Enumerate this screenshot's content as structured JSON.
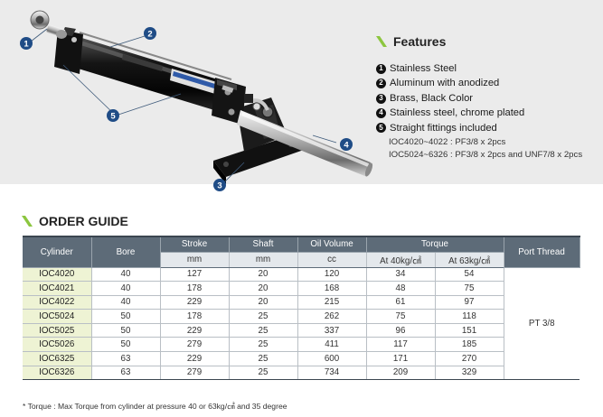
{
  "features": {
    "title": "Features",
    "items": [
      {
        "num": "1",
        "text": "Stainless Steel"
      },
      {
        "num": "2",
        "text": "Aluminum with anodized"
      },
      {
        "num": "3",
        "text": "Brass, Black Color"
      },
      {
        "num": "4",
        "text": "Stainless steel, chrome plated"
      },
      {
        "num": "5",
        "text": "Straight fittings included"
      }
    ],
    "sub_items": [
      "IOC4020~4022 : PF3/8 x 2pcs",
      "IOC5024~6326 : PF3/8 x 2pcs and UNF7/8 x 2pcs"
    ]
  },
  "callouts": [
    "1",
    "2",
    "3",
    "4",
    "5"
  ],
  "order_guide": {
    "title": "ORDER GUIDE",
    "headers": {
      "cylinder": "Cylinder",
      "bore": "Bore",
      "stroke": "Stroke",
      "shaft": "Shaft",
      "oil_volume": "Oil Volume",
      "torque": "Torque",
      "port_thread": "Port Thread"
    },
    "units": {
      "stroke": "mm",
      "shaft": "mm",
      "oil_volume": "cc",
      "torque_40": "At 40kg/㎠",
      "torque_63": "At 63kg/㎠"
    },
    "rows": [
      {
        "model": "IOC4020",
        "bore": "40",
        "stroke": "127",
        "shaft": "20",
        "oil": "120",
        "t40": "34",
        "t63": "54"
      },
      {
        "model": "IOC4021",
        "bore": "40",
        "stroke": "178",
        "shaft": "20",
        "oil": "168",
        "t40": "48",
        "t63": "75"
      },
      {
        "model": "IOC4022",
        "bore": "40",
        "stroke": "229",
        "shaft": "20",
        "oil": "215",
        "t40": "61",
        "t63": "97"
      },
      {
        "model": "IOC5024",
        "bore": "50",
        "stroke": "178",
        "shaft": "25",
        "oil": "262",
        "t40": "75",
        "t63": "118"
      },
      {
        "model": "IOC5025",
        "bore": "50",
        "stroke": "229",
        "shaft": "25",
        "oil": "337",
        "t40": "96",
        "t63": "151"
      },
      {
        "model": "IOC5026",
        "bore": "50",
        "stroke": "279",
        "shaft": "25",
        "oil": "411",
        "t40": "117",
        "t63": "185"
      },
      {
        "model": "IOC6325",
        "bore": "63",
        "stroke": "229",
        "shaft": "25",
        "oil": "600",
        "t40": "171",
        "t63": "270"
      },
      {
        "model": "IOC6326",
        "bore": "63",
        "stroke": "279",
        "shaft": "25",
        "oil": "734",
        "t40": "209",
        "t63": "329"
      }
    ],
    "port_thread_value": "PT 3/8",
    "footnote": "* Torque : Max Torque from cylinder at pressure 40 or 63kg/㎠ and 35 degree"
  },
  "colors": {
    "accent_green": "#8cc63f",
    "header_bg": "#5d6b78",
    "model_cell_bg": "#eef3d4",
    "panel_bg": "#ebebeb"
  }
}
